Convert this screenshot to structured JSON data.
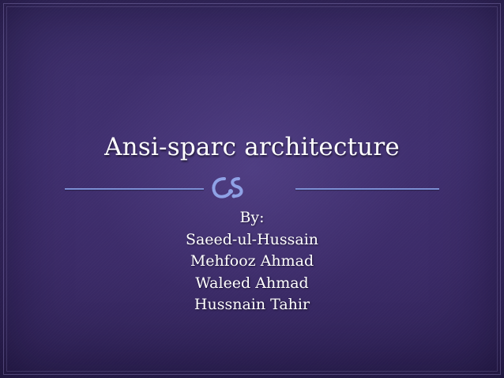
{
  "slide": {
    "title": "Ansi-sparc architecture",
    "by_label": "By:",
    "authors": [
      "Saeed-ul-Hussain",
      "Mehfooz Ahmad",
      "Waleed Ahmad",
      "Hussnain Tahir"
    ],
    "ornament_icon": "cs-swirl-ornament-icon",
    "colors": {
      "background": "#3b2c68",
      "accent_line": "#7b8fd8",
      "text": "#ffffff"
    }
  }
}
